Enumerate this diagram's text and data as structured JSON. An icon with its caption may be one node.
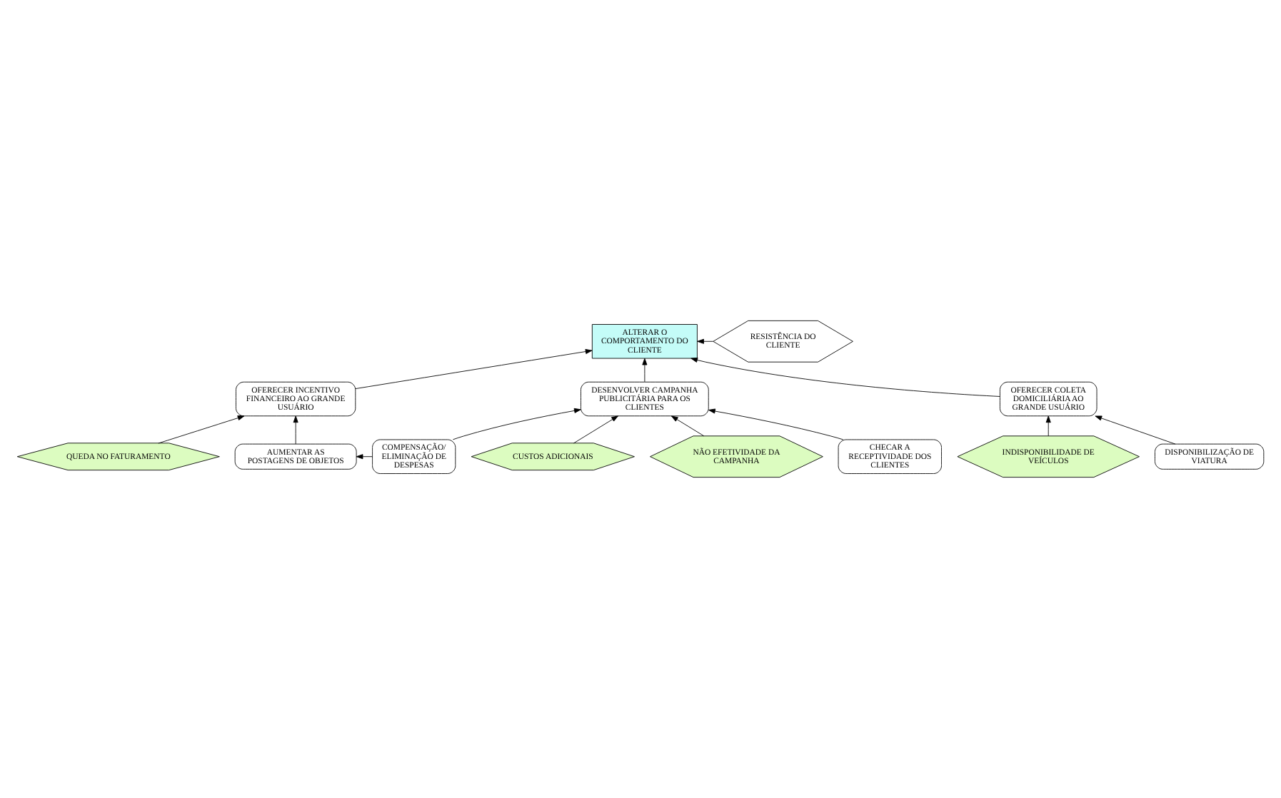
{
  "diagram": {
    "nodes": [
      {
        "text": [
          "ALTERAR O COMPORTAMENTO DO CLIENTE"
        ]
      },
      {
        "text": [
          "RESISTÊNCIA DO CLIENTE"
        ]
      },
      {
        "text": [
          "OFERECER INCENTIVO FINANCEIRO AO GRANDE USUÁRIO"
        ]
      },
      {
        "text": [
          "OFERECER COLETA DOMICILIÁRIA AO GRANDE USUÁRIO"
        ]
      },
      {
        "text": [
          "DESENVOLVER CAMPANHA PUBLICITÁRIA PARA OS CLIENTES"
        ]
      },
      {
        "text": [
          "QUEDA NO FATURAMENTO"
        ]
      },
      {
        "text": [
          "INDISPONIBILIDADE DE VEÍCULOS"
        ]
      },
      {
        "text": [
          "CUSTOS ADICIONAIS"
        ]
      },
      {
        "text": [
          "NÃO EFETIVIDADE DA CAMPANHA"
        ]
      },
      {
        "text": [
          "DISPONIBILIZAÇÃO DE VIATURA"
        ]
      },
      {
        "text": [
          "AUMENTAR AS POSTAGENS DE OBJETOS"
        ]
      },
      {
        "text": [
          "COMPENSAÇÃO/ ELIMINAÇÃO DE DESPESAS"
        ]
      },
      {
        "text": [
          "CHECAR A RECEPTIVIDADE DOS CLIENTES"
        ]
      }
    ],
    "edges": [
      {
        "from": 1,
        "to": 0,
        "arrow": "to"
      },
      {
        "from": 2,
        "to": 0,
        "arrow": "to"
      },
      {
        "from": 3,
        "to": 0,
        "arrow": "to"
      },
      {
        "from": 4,
        "to": 0,
        "arrow": "to"
      },
      {
        "from": 5,
        "to": 2,
        "arrow": "to"
      },
      {
        "from": 10,
        "to": 2,
        "arrow": "to"
      },
      {
        "from": 6,
        "to": 3,
        "arrow": "to"
      },
      {
        "from": 9,
        "to": 3,
        "arrow": "to"
      },
      {
        "from": 7,
        "to": 4,
        "arrow": "to"
      },
      {
        "from": 11,
        "to": 4,
        "arrow": "to"
      },
      {
        "from": 8,
        "to": 4,
        "arrow": "to"
      },
      {
        "from": 12,
        "to": 4,
        "arrow": "to"
      },
      {
        "from": 11,
        "to": 10,
        "arrow": "to"
      }
    ]
  }
}
